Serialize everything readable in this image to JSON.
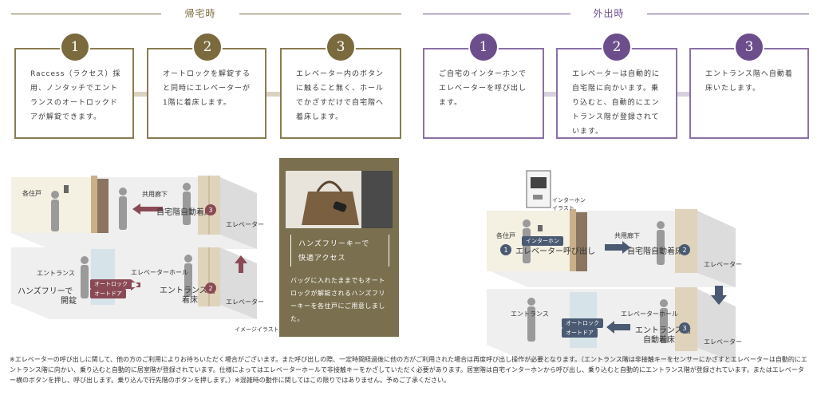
{
  "left_section": {
    "title": "帰宅時",
    "color": "#7a6a3e",
    "steps": [
      {
        "num": "1",
        "text": "Raccess（ラクセス）採用、ノンタッチでエントランスのオートロックドアが解錠できます。"
      },
      {
        "num": "2",
        "text": "オートロックを解錠すると同時にエレベーターが1階に着床します。"
      },
      {
        "num": "3",
        "text": "エレベーター内のボタンに触ること無く、ホールでかざすだけで自宅階へ着床します。"
      }
    ]
  },
  "right_section": {
    "title": "外出時",
    "color": "#6c4e8c",
    "steps": [
      {
        "num": "1",
        "text": "ご自宅のインターホンでエレベーターを呼び出します。"
      },
      {
        "num": "2",
        "text": "エレベーターは自動的に自宅階に向かいます。乗り込むと、自動的にエントランス階が登録されています。"
      },
      {
        "num": "3",
        "text": "エントランス階へ自動着床いたします。"
      }
    ]
  },
  "left_illustration": {
    "top_floor": {
      "unit": "各住戸",
      "corridor": "共用廊下",
      "auto_floor": "自宅階自動着床",
      "step": "3",
      "elevator": "エレベーター"
    },
    "bottom_floor": {
      "entrance": "エントランス",
      "handsfree": "ハンズフリーで",
      "unlock": "開錠",
      "tag1": "オートロック",
      "tag2": "オートドア",
      "hall": "エレベーターホール",
      "arrive_a": "エントランス階",
      "arrive_b": "着床",
      "step": "2",
      "elevator": "エレベーター"
    },
    "caption": "イメージイラスト"
  },
  "handsfree_panel": {
    "heading_line1": "ハンズフリーキーで",
    "heading_line2": "快適アクセス",
    "body": "バッグに入れたままでもオートロックが解錠されるハンズフリーキーを各住戸にご用意しました。",
    "bg": "#7a6f4e"
  },
  "right_illustration": {
    "intercom_a": "インターホン",
    "intercom_b": "イラスト",
    "top_floor": {
      "unit": "各住戸",
      "tag": "インターホン",
      "step1": "1",
      "call": "エレベーター呼び出し",
      "corridor": "共用廊下",
      "auto_floor": "自宅階自動着床",
      "step2": "2",
      "elevator": "エレベーター"
    },
    "bottom_floor": {
      "entrance": "エントランス",
      "tag1": "オートロック",
      "tag2": "オートドア",
      "hall": "エレベーターホール",
      "arrive_a": "エントランス階",
      "arrive_b": "自動着床",
      "step3": "3",
      "elevator": "エレベーター"
    }
  },
  "footnote": "※エレベーターの呼び出しに関して、他の方のご利用によりお待ちいただく場合がございます。また呼び出しの際、一定時間経過後に他の方がご利用された場合は再度呼び出し操作が必要となります。（エントランス階は非接触キーをセンサーにかざすとエレベーターは自動的にエントランス階に向かい、乗り込むと自動的に居室階が登録されています。仕様によってはエレベーターホールで非接触キーをかざしていただく必要があります。居室階は自宅インターホンから呼び出し、乗り込むと自動的にエントランス階が登録されています。またはエレベーター横のボタンを押し、呼び出します。乗り込んで行先階のボタンを押します。）※混雑時の動作に関してはこの限りではありません。予めご了承ください。"
}
